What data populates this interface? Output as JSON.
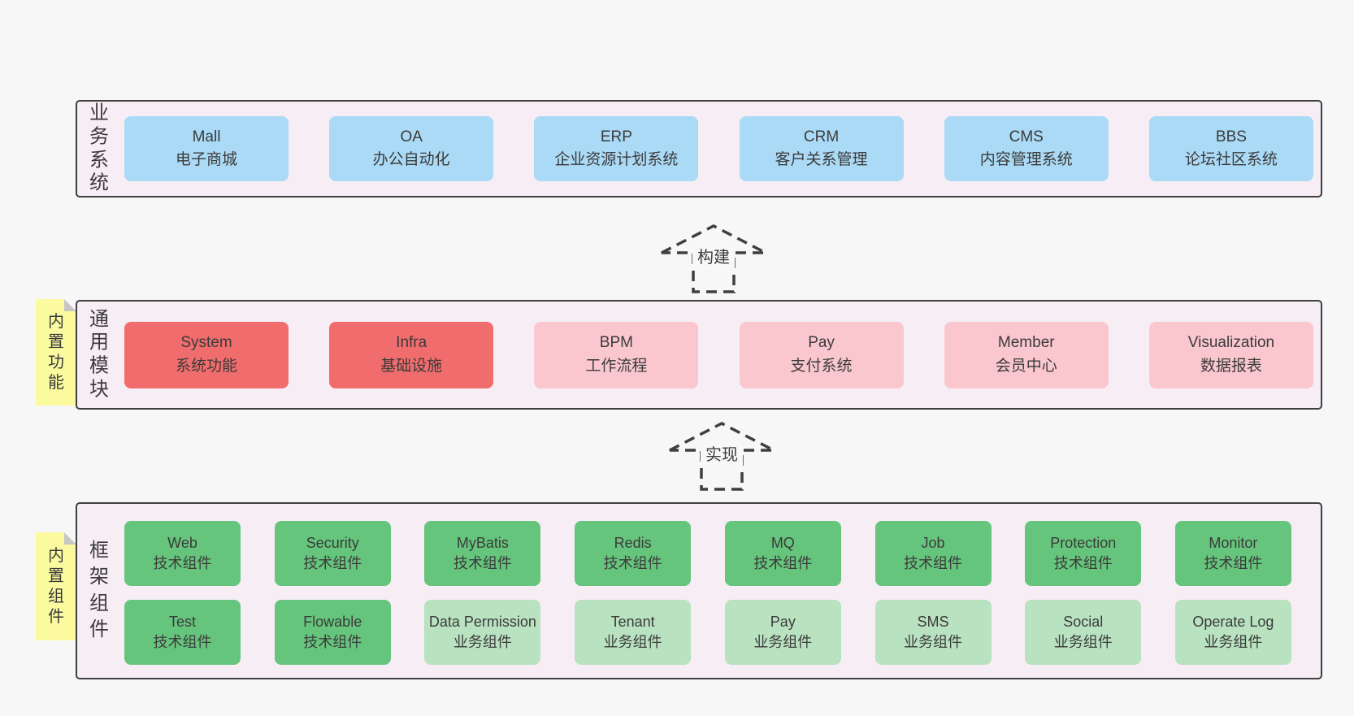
{
  "colors": {
    "page_bg": "#f7f7f7",
    "container_fill": "#f7edf5",
    "container_border": "#3f3f3f",
    "blue": "#abdaf6",
    "red": "#f16d6d",
    "pink": "#fbc7cf",
    "green_dark": "#66c57c",
    "green_light": "#b9e2c0",
    "note_yellow": "#fbfa9f",
    "text": "#3b3b3b"
  },
  "layers": {
    "business": {
      "label": "业务系统",
      "boxes": [
        {
          "name": "Mall",
          "desc": "电子商城"
        },
        {
          "name": "OA",
          "desc": "办公自动化"
        },
        {
          "name": "ERP",
          "desc": "企业资源计划系统"
        },
        {
          "name": "CRM",
          "desc": "客户关系管理"
        },
        {
          "name": "CMS",
          "desc": "内容管理系统"
        },
        {
          "name": "BBS",
          "desc": "论坛社区系统"
        }
      ]
    },
    "modules": {
      "label": "通用模块",
      "tag": "内置功能",
      "boxes": [
        {
          "name": "System",
          "desc": "系统功能",
          "variant": "red"
        },
        {
          "name": "Infra",
          "desc": "基础设施",
          "variant": "red"
        },
        {
          "name": "BPM",
          "desc": "工作流程",
          "variant": "pink"
        },
        {
          "name": "Pay",
          "desc": "支付系统",
          "variant": "pink"
        },
        {
          "name": "Member",
          "desc": "会员中心",
          "variant": "pink"
        },
        {
          "name": "Visualization",
          "desc": "数据报表",
          "variant": "pink"
        }
      ]
    },
    "components": {
      "label": "框架组件",
      "tag": "内置组件",
      "row1": [
        {
          "name": "Web",
          "desc": "技术组件",
          "variant": "dark"
        },
        {
          "name": "Security",
          "desc": "技术组件",
          "variant": "dark"
        },
        {
          "name": "MyBatis",
          "desc": "技术组件",
          "variant": "dark"
        },
        {
          "name": "Redis",
          "desc": "技术组件",
          "variant": "dark"
        },
        {
          "name": "MQ",
          "desc": "技术组件",
          "variant": "dark"
        },
        {
          "name": "Job",
          "desc": "技术组件",
          "variant": "dark"
        },
        {
          "name": "Protection",
          "desc": "技术组件",
          "variant": "dark"
        },
        {
          "name": "Monitor",
          "desc": "技术组件",
          "variant": "dark"
        }
      ],
      "row2": [
        {
          "name": "Test",
          "desc": "技术组件",
          "variant": "dark"
        },
        {
          "name": "Flowable",
          "desc": "技术组件",
          "variant": "dark"
        },
        {
          "name": "Data Permission",
          "desc": "业务组件",
          "variant": "light"
        },
        {
          "name": "Tenant",
          "desc": "业务组件",
          "variant": "light"
        },
        {
          "name": "Pay",
          "desc": "业务组件",
          "variant": "light"
        },
        {
          "name": "SMS",
          "desc": "业务组件",
          "variant": "light"
        },
        {
          "name": "Social",
          "desc": "业务组件",
          "variant": "light"
        },
        {
          "name": "Operate Log",
          "desc": "业务组件",
          "variant": "light"
        }
      ]
    }
  },
  "arrows": [
    {
      "label": "构建"
    },
    {
      "label": "实现"
    }
  ]
}
